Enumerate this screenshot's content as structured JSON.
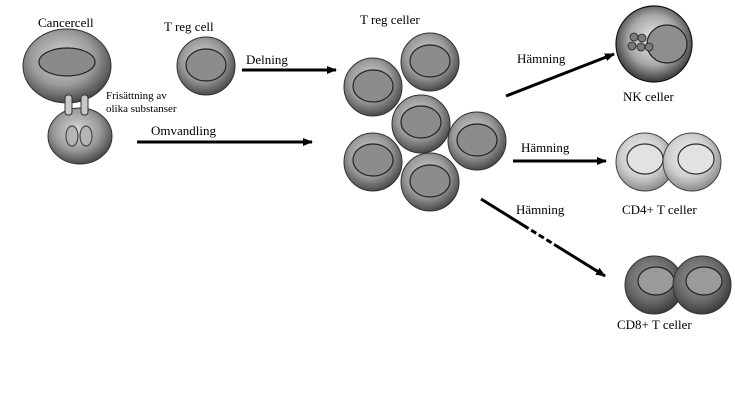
{
  "labels": {
    "cancer_cell": "Cancercell",
    "treg_cell": "T reg cell",
    "treg_cells": "T reg celler",
    "release_line1": "Frisättning av",
    "release_line2": "olika substanser",
    "division": "Delning",
    "conversion": "Omvandling",
    "inhibition_nk": "Hämning",
    "inhibition_cd4": "Hämning",
    "inhibition_cd8": "Hämning",
    "nk_cells": "NK celler",
    "cd4_cells": "CD4+ T celler",
    "cd8_cells": "CD8+ T celler"
  }
}
